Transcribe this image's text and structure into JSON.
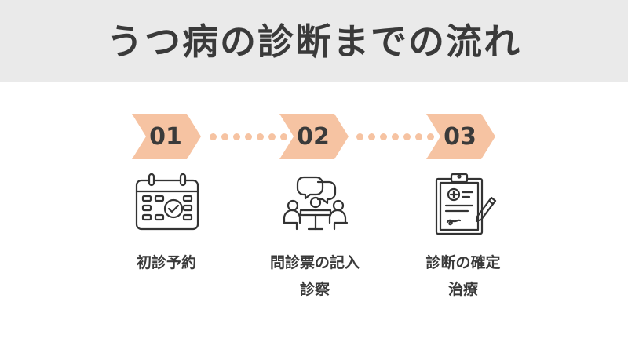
{
  "title": "うつ病の診断までの流れ",
  "steps": [
    {
      "number": "01",
      "label_line1": "初診予約",
      "label_line2": "",
      "icon": "calendar-check-icon"
    },
    {
      "number": "02",
      "label_line1": "問診票の記入",
      "label_line2": "診察",
      "icon": "meeting-people-icon"
    },
    {
      "number": "03",
      "label_line1": "診断の確定",
      "label_line2": "治療",
      "icon": "clipboard-prescription-icon"
    }
  ],
  "colors": {
    "accent": "#f6c3a2",
    "header_bg": "#eaeaea",
    "text": "#3a3a3a"
  }
}
